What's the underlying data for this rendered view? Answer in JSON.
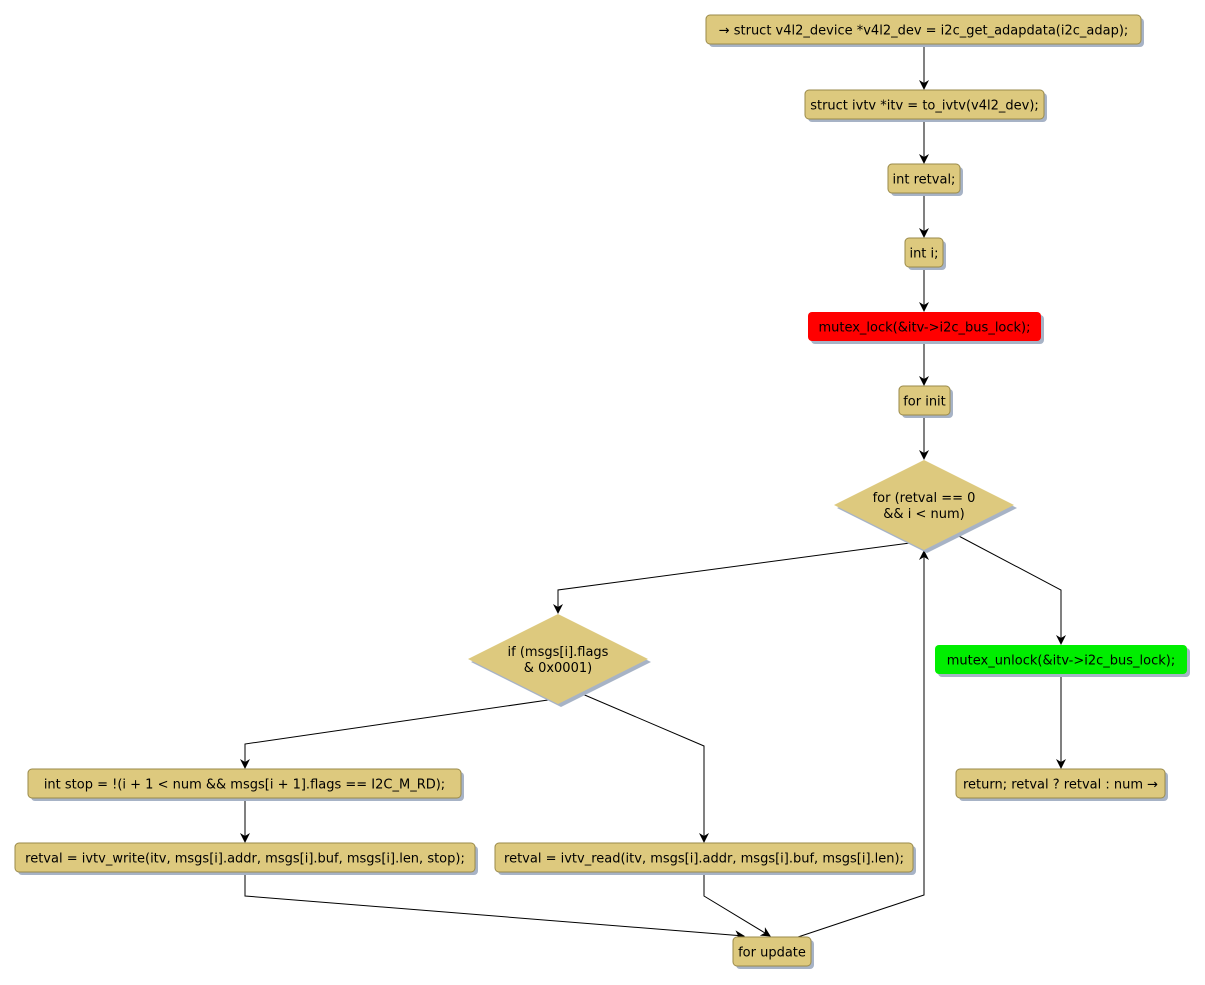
{
  "diagram": {
    "type": "flowchart",
    "colors": {
      "node_fill": "#ddc97e",
      "node_stroke": "#9a8a4a",
      "shadow": "#a7b3c6",
      "lock_fill": "#ff0000",
      "unlock_fill": "#00ee00",
      "edge": "#000000"
    },
    "nodes": [
      {
        "id": "n1",
        "kind": "box",
        "style": "normal",
        "lines": [
          "→ struct v4l2_device *v4l2_dev = i2c_get_adapdata(i2c_adap);"
        ]
      },
      {
        "id": "n2",
        "kind": "box",
        "style": "normal",
        "lines": [
          "struct ivtv *itv = to_ivtv(v4l2_dev);"
        ]
      },
      {
        "id": "n3",
        "kind": "box",
        "style": "normal",
        "lines": [
          "int retval;"
        ]
      },
      {
        "id": "n4",
        "kind": "box",
        "style": "normal",
        "lines": [
          "int i;"
        ]
      },
      {
        "id": "n5",
        "kind": "box",
        "style": "lock",
        "lines": [
          "mutex_lock(&itv->i2c_bus_lock);"
        ]
      },
      {
        "id": "n6",
        "kind": "box",
        "style": "normal",
        "lines": [
          "for init"
        ]
      },
      {
        "id": "n7",
        "kind": "diamond",
        "style": "normal",
        "lines": [
          "for (retval == 0",
          "&& i < num)"
        ]
      },
      {
        "id": "n8",
        "kind": "diamond",
        "style": "normal",
        "lines": [
          "if (msgs[i].flags",
          "& 0x0001)"
        ]
      },
      {
        "id": "n9",
        "kind": "box",
        "style": "unlock",
        "lines": [
          "mutex_unlock(&itv->i2c_bus_lock);"
        ]
      },
      {
        "id": "n10",
        "kind": "box",
        "style": "normal",
        "lines": [
          "return; retval ? retval : num →"
        ]
      },
      {
        "id": "n11",
        "kind": "box",
        "style": "normal",
        "lines": [
          "int stop = !(i + 1 < num && msgs[i + 1].flags == I2C_M_RD);"
        ]
      },
      {
        "id": "n12",
        "kind": "box",
        "style": "normal",
        "lines": [
          "retval = ivtv_write(itv, msgs[i].addr, msgs[i].buf, msgs[i].len, stop);"
        ]
      },
      {
        "id": "n13",
        "kind": "box",
        "style": "normal",
        "lines": [
          "retval = ivtv_read(itv, msgs[i].addr, msgs[i].buf, msgs[i].len);"
        ]
      },
      {
        "id": "n14",
        "kind": "box",
        "style": "normal",
        "lines": [
          "for update"
        ]
      }
    ],
    "edges": [
      {
        "from": "n1",
        "to": "n2"
      },
      {
        "from": "n2",
        "to": "n3"
      },
      {
        "from": "n3",
        "to": "n4"
      },
      {
        "from": "n4",
        "to": "n5"
      },
      {
        "from": "n5",
        "to": "n6"
      },
      {
        "from": "n6",
        "to": "n7"
      },
      {
        "from": "n7",
        "to": "n8"
      },
      {
        "from": "n7",
        "to": "n9"
      },
      {
        "from": "n9",
        "to": "n10"
      },
      {
        "from": "n8",
        "to": "n11"
      },
      {
        "from": "n8",
        "to": "n13"
      },
      {
        "from": "n11",
        "to": "n12"
      },
      {
        "from": "n12",
        "to": "n14"
      },
      {
        "from": "n13",
        "to": "n14"
      },
      {
        "from": "n14",
        "to": "n7"
      }
    ]
  }
}
